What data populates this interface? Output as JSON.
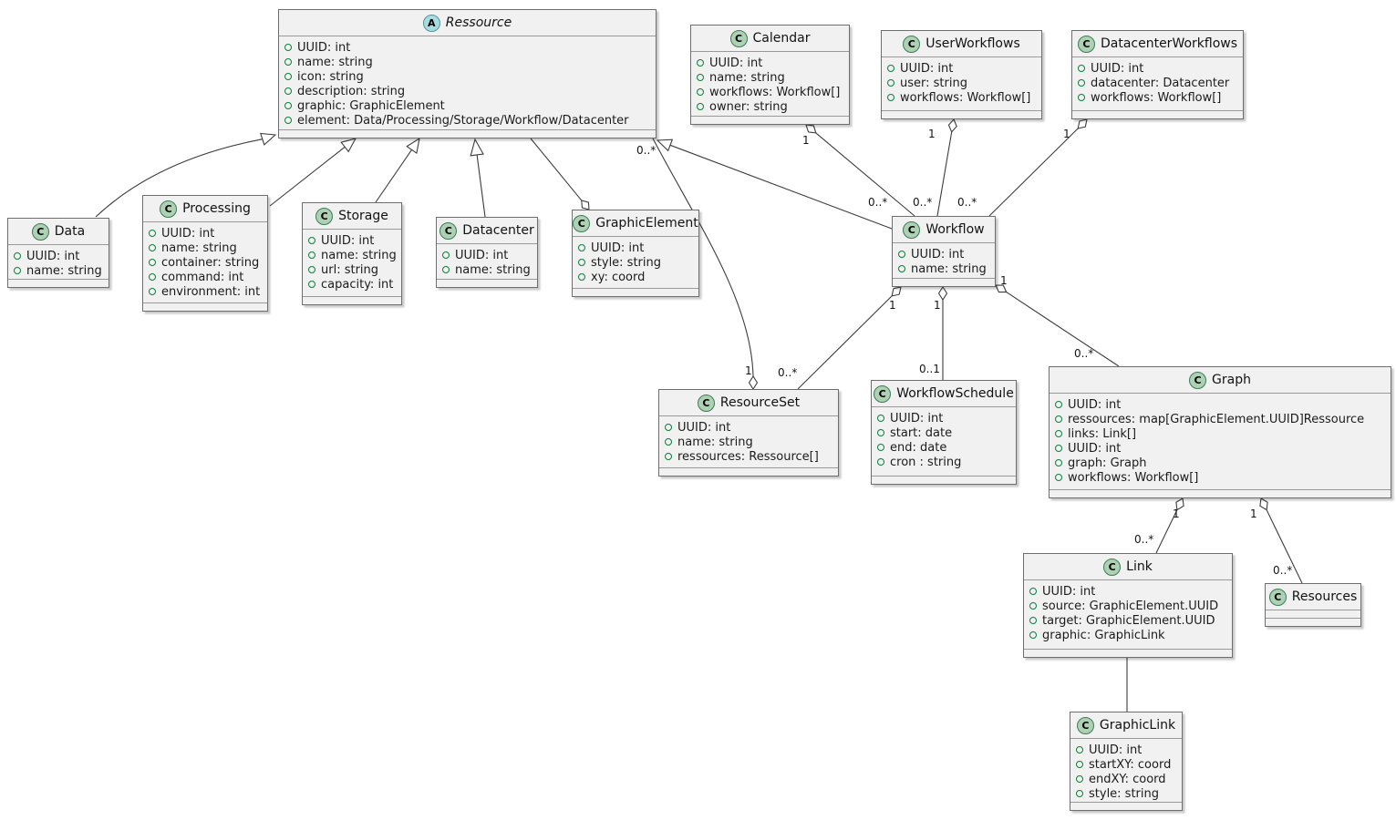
{
  "icons": {
    "class_badge": "C",
    "abstract_badge": "A",
    "field_icon": "field-circle"
  },
  "colors": {
    "box_fill": "#f1f1f1",
    "class_badge_fill": "#ADD1B2",
    "abstract_badge_fill": "#A9DCDF",
    "field_circle": "#0b7e3e",
    "edge_stroke": "#3c3c3c"
  },
  "classes": {
    "ressource": {
      "name": "Ressource",
      "abstract": true,
      "attrs": [
        "UUID: int",
        "name: string",
        "icon: string",
        "description: string",
        "graphic: GraphicElement",
        "element: Data/Processing/Storage/Workflow/Datacenter"
      ]
    },
    "calendar": {
      "name": "Calendar",
      "abstract": false,
      "attrs": [
        "UUID: int",
        "name: string",
        "workflows: Workflow[]",
        "owner: string"
      ]
    },
    "user_workflows": {
      "name": "UserWorkflows",
      "abstract": false,
      "attrs": [
        "UUID: int",
        "user: string",
        "workflows: Workflow[]"
      ]
    },
    "datacenter_workflows": {
      "name": "DatacenterWorkflows",
      "abstract": false,
      "attrs": [
        "UUID: int",
        "datacenter: Datacenter",
        "workflows: Workflow[]"
      ]
    },
    "data": {
      "name": "Data",
      "abstract": false,
      "attrs": [
        "UUID: int",
        "name: string"
      ]
    },
    "processing": {
      "name": "Processing",
      "abstract": false,
      "attrs": [
        "UUID: int",
        "name: string",
        "container: string",
        "command: int",
        "environment: int"
      ]
    },
    "storage": {
      "name": "Storage",
      "abstract": false,
      "attrs": [
        "UUID: int",
        "name: string",
        "url: string",
        "capacity: int"
      ]
    },
    "datacenter": {
      "name": "Datacenter",
      "abstract": false,
      "attrs": [
        "UUID: int",
        "name: string"
      ]
    },
    "graphic_element": {
      "name": "GraphicElement",
      "abstract": false,
      "attrs": [
        "UUID: int",
        "style: string",
        "xy: coord"
      ]
    },
    "workflow": {
      "name": "Workflow",
      "abstract": false,
      "attrs": [
        "UUID: int",
        "name: string"
      ]
    },
    "resource_set": {
      "name": "ResourceSet",
      "abstract": false,
      "attrs": [
        "UUID: int",
        "name: string",
        "ressources: Ressource[]"
      ]
    },
    "workflow_schedule": {
      "name": "WorkflowSchedule",
      "abstract": false,
      "attrs": [
        "UUID: int",
        "start: date",
        "end: date",
        "cron : string"
      ]
    },
    "graph": {
      "name": "Graph",
      "abstract": false,
      "attrs": [
        "UUID: int",
        "ressources: map[GraphicElement.UUID]Ressource",
        "links: Link[]",
        "UUID: int",
        "graph: Graph",
        "workflows: Workflow[]"
      ]
    },
    "link": {
      "name": "Link",
      "abstract": false,
      "attrs": [
        "UUID: int",
        "source: GraphicElement.UUID",
        "target: GraphicElement.UUID",
        "graphic: GraphicLink"
      ]
    },
    "resources": {
      "name": "Resources",
      "abstract": false,
      "attrs": []
    },
    "graphic_link": {
      "name": "GraphicLink",
      "abstract": false,
      "attrs": [
        "UUID: int",
        "startXY: coord",
        "endXY: coord",
        "style: string"
      ]
    }
  },
  "relationships": [
    {
      "from": "Data",
      "to": "Ressource",
      "type": "inheritance"
    },
    {
      "from": "Processing",
      "to": "Ressource",
      "type": "inheritance"
    },
    {
      "from": "Storage",
      "to": "Ressource",
      "type": "inheritance"
    },
    {
      "from": "Datacenter",
      "to": "Ressource",
      "type": "inheritance"
    },
    {
      "from": "Workflow",
      "to": "Ressource",
      "type": "inheritance"
    },
    {
      "from": "Ressource",
      "to": "GraphicElement",
      "type": "aggregation"
    },
    {
      "from": "Calendar",
      "to": "Workflow",
      "type": "aggregation",
      "source_label": "1",
      "target_label": "0..*"
    },
    {
      "from": "UserWorkflows",
      "to": "Workflow",
      "type": "aggregation",
      "source_label": "1",
      "target_label": "0..*"
    },
    {
      "from": "DatacenterWorkflows",
      "to": "Workflow",
      "type": "aggregation",
      "source_label": "1",
      "target_label": "0..*"
    },
    {
      "from": "ResourceSet",
      "to": "Ressource",
      "type": "aggregation",
      "source_label": "1",
      "target_label": "0..*"
    },
    {
      "from": "Workflow",
      "to": "ResourceSet",
      "type": "aggregation",
      "source_label": "1",
      "target_label": "0..*"
    },
    {
      "from": "Workflow",
      "to": "WorkflowSchedule",
      "type": "aggregation",
      "source_label": "1",
      "target_label": "0..1"
    },
    {
      "from": "Workflow",
      "to": "Graph",
      "type": "aggregation",
      "source_label": "1",
      "target_label": "0..*"
    },
    {
      "from": "Graph",
      "to": "Link",
      "type": "aggregation",
      "source_label": "1",
      "target_label": "0..*"
    },
    {
      "from": "Graph",
      "to": "Resources",
      "type": "aggregation",
      "source_label": "1",
      "target_label": "0..*"
    },
    {
      "from": "Link",
      "to": "GraphicLink",
      "type": "association"
    }
  ]
}
